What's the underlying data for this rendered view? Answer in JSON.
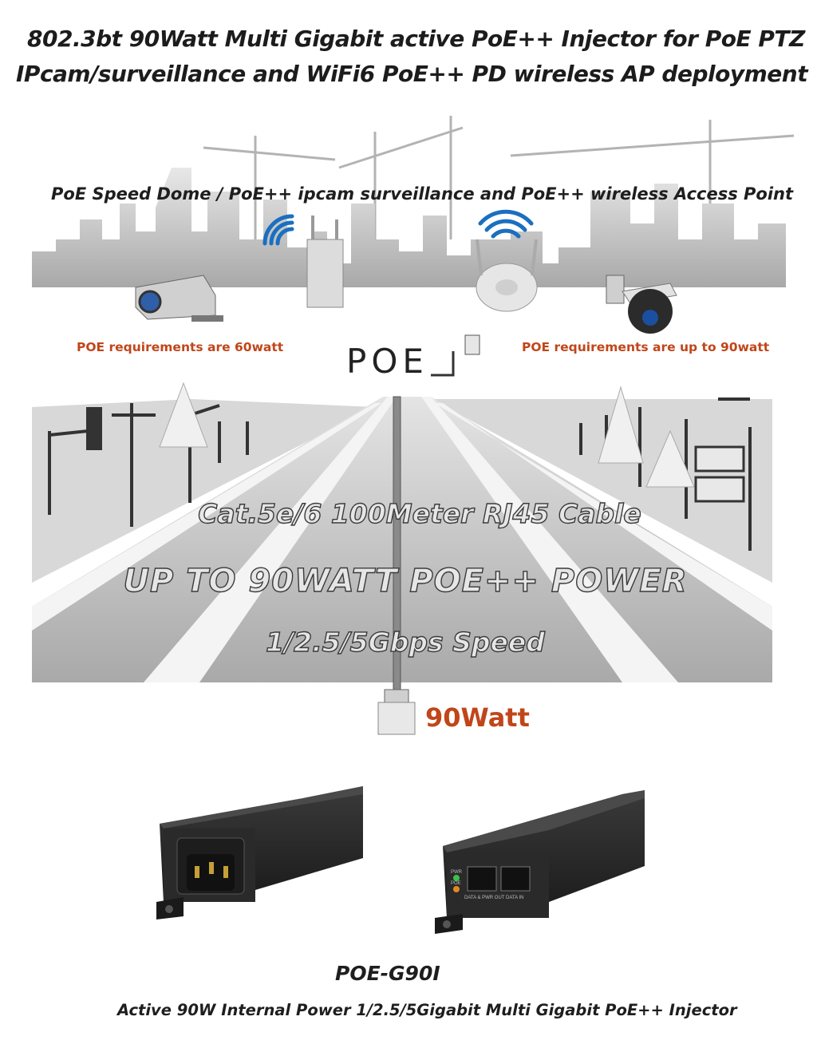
{
  "header": {
    "title_line1": "802.3bt  90Watt Multi Gigabit active PoE++ Injector for PoE PTZ",
    "title_line2": "IPcam/surveillance and WiFi6 PoE++ PD wireless AP deployment"
  },
  "scene": {
    "subtitle": "PoE Speed Dome / PoE++ ipcam surveillance and PoE++ wireless Access Point",
    "req_left": "POE requirements are 60watt",
    "req_right": "POE requirements are up to 90watt",
    "logo_text": "POE"
  },
  "road": {
    "cable": "Cat.5e/6 100Meter RJ45 Cable",
    "power": "UP TO 90WATT POE++ POWER",
    "speed": "1/2.5/5Gbps Speed",
    "watt": "90Watt"
  },
  "product": {
    "port1_label": "DATA & PWR OUT",
    "port2_label": "DATA IN",
    "led1_label": "PWR",
    "led2_label": "POE",
    "model": "POE-G90I",
    "caption": "Active 90W Internal Power 1/2.5/5Gigabit Multi Gigabit PoE++ Injector"
  },
  "colors": {
    "accent": "#c0461a",
    "wifi": "#1b6fc0",
    "road": "#bdbdbd"
  }
}
